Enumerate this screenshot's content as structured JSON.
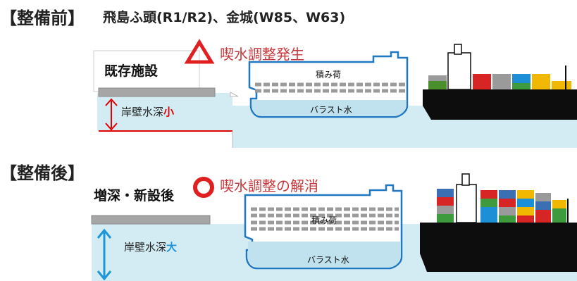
{
  "before": {
    "heading": "【整備前】",
    "subtitle": "飛島ふ頭(R1/R2)、金城(W85、W63)",
    "facility_label": "既存施設",
    "status_text": "喫水調整発生",
    "depth_prefix": "岸壁水深",
    "depth_suffix": "小",
    "cargo_label": "積み荷",
    "ballast_label": "バラスト水"
  },
  "after": {
    "heading": "【整備後】",
    "facility_label": "増深・新設後",
    "status_text": "喫水調整の解消",
    "depth_prefix": "岸壁水深",
    "depth_suffix": "大",
    "cargo_label": "積み荷",
    "ballast_label": "バラスト水"
  },
  "colors": {
    "water": "#d3ecf3",
    "ship_outline": "#1f78c1",
    "ship_bottom": "#bfe2ee",
    "cargo_stripe": "#9a9a9a",
    "quay": "#a6a6a6",
    "depth_small_arrow": "#e00000",
    "depth_large_arrow": "#1e95d8",
    "status_mark": "#e02020",
    "container_ship": "#0d0d0d"
  }
}
